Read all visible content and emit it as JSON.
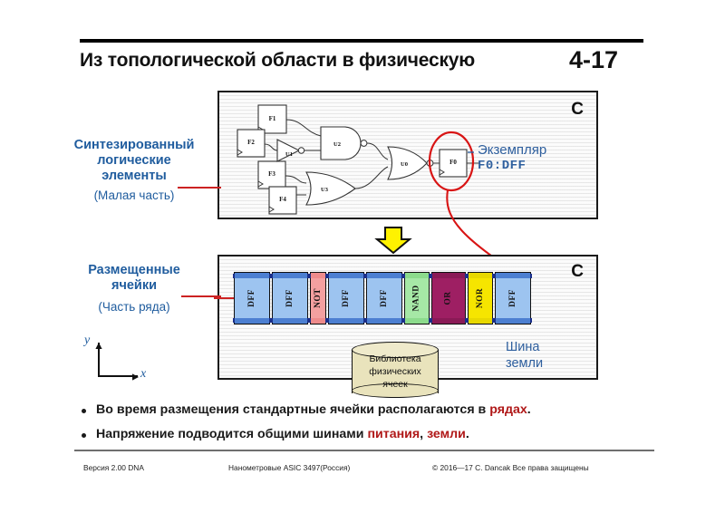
{
  "header": {
    "title": "Из топологической области в физическую",
    "page_number": "4-17"
  },
  "panels": {
    "top": {
      "corner_label": "C"
    },
    "bottom": {
      "corner_label": "C"
    }
  },
  "labels": {
    "synth_line1": "Синтезированный",
    "synth_line2": "логические",
    "synth_line3": "элементы",
    "synth_sub": "(Малая часть)",
    "placed_line1": "Размещенные",
    "placed_line2": "ячейки",
    "placed_sub": "(Часть ряда)",
    "instance_line1": "Экземпляр",
    "instance_line2": "F0:DFF",
    "ground_bus_line1": "Шина",
    "ground_bus_line2": "земли",
    "axis_x": "x",
    "axis_y": "y"
  },
  "schematic": {
    "flipflops": [
      {
        "name": "F1"
      },
      {
        "name": "F2"
      },
      {
        "name": "F3"
      },
      {
        "name": "F4"
      },
      {
        "name": "F0"
      }
    ],
    "gates": [
      {
        "name": "U1",
        "type": "inverter"
      },
      {
        "name": "U2",
        "type": "nand"
      },
      {
        "name": "U3",
        "type": "or"
      },
      {
        "name": "U0",
        "type": "nor"
      }
    ]
  },
  "cell_row": {
    "cells": [
      {
        "label": "DFF",
        "fill": "#9DC4F0",
        "rail": "#4C7FD1"
      },
      {
        "label": "DFF",
        "fill": "#9DC4F0",
        "rail": "#4C7FD1"
      },
      {
        "label": "NOT",
        "fill": "#F4A0A0",
        "rail": "#EE8B8B"
      },
      {
        "label": "DFF",
        "fill": "#9DC4F0",
        "rail": "#4C7FD1"
      },
      {
        "label": "DFF",
        "fill": "#9DC4F0",
        "rail": "#4C7FD1"
      },
      {
        "label": "NAND",
        "fill": "#A6E8A6",
        "rail": "#8CDB8C"
      },
      {
        "label": "OR",
        "fill": "#9E1F63",
        "rail": "#8A1A56"
      },
      {
        "label": "NOR",
        "fill": "#F6E500",
        "rail": "#E8D800"
      },
      {
        "label": "DFF",
        "fill": "#9DC4F0",
        "rail": "#4C7FD1"
      }
    ]
  },
  "library": {
    "line1": "Библиотека",
    "line2": "физических",
    "line3": "ячеек"
  },
  "bullets": [
    {
      "pre": "Во время размещения стандартные ячейки располагаются в ",
      "highlight": "рядах",
      "post": "."
    },
    {
      "pre": "Напряжение подводится общими шинами ",
      "highlight": "питания",
      "mid": ", ",
      "highlight2": "земли",
      "post": "."
    }
  ],
  "footer": {
    "left": "Версия 2.00 DNA",
    "middle": "Нанометровые ASIC 3497(Россия)",
    "right": "© 2016—17 C. Dancak  Все права защищены"
  },
  "colors": {
    "accent_blue": "#1F5C9E",
    "highlight_red": "#B01818",
    "annotation_red": "#CC2222",
    "arrow_yellow": "#FFF200"
  }
}
